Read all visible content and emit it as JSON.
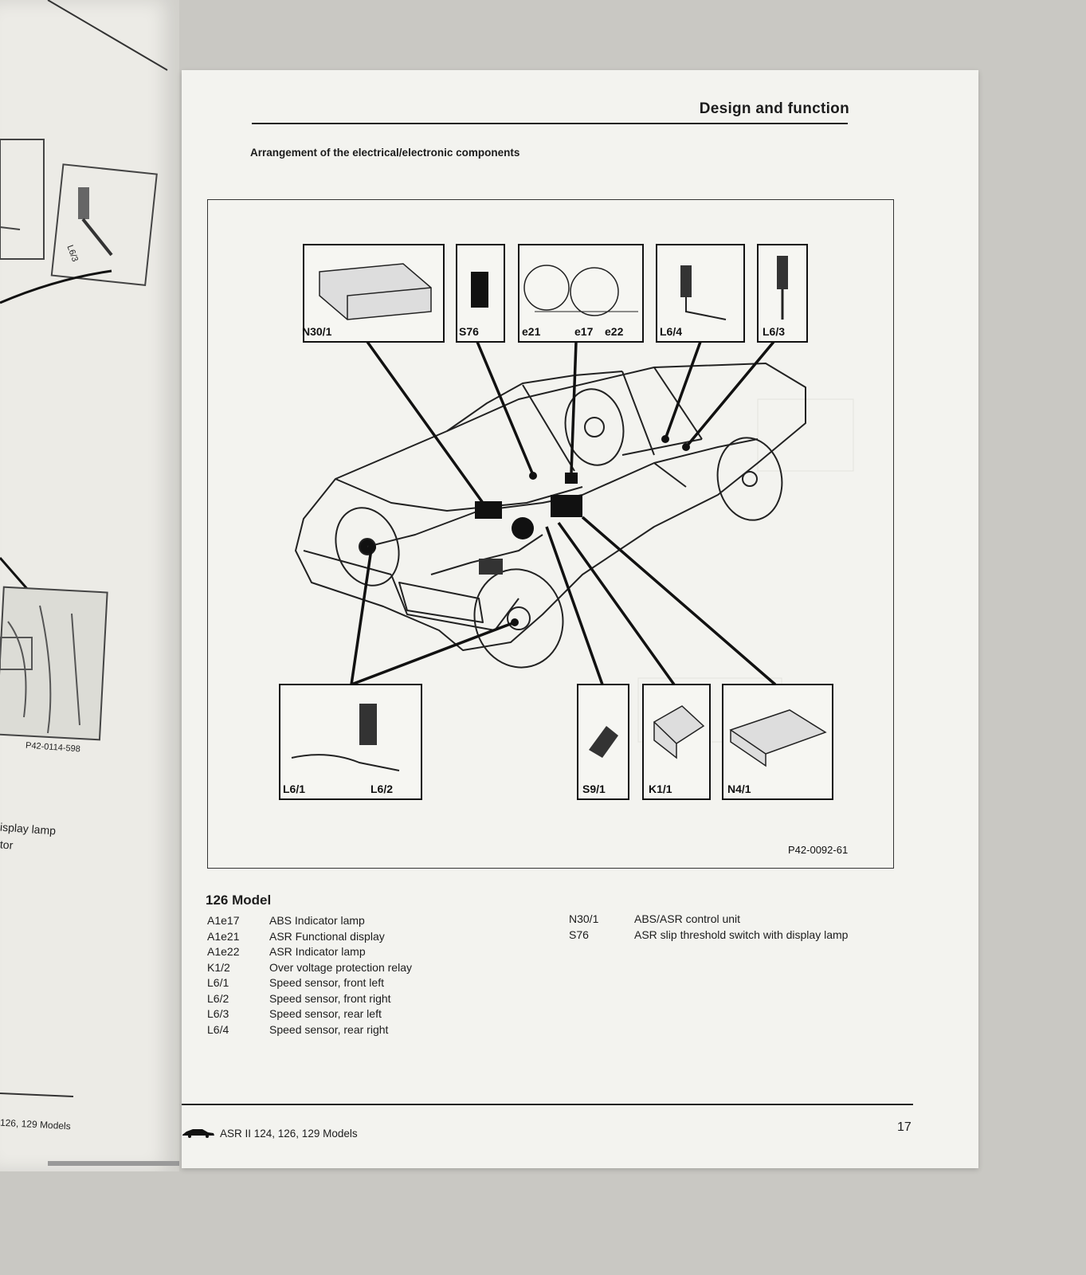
{
  "left_page": {
    "label_sensor": "L6/3",
    "figure_ref": "P42-0114-598",
    "text_line_1": "isplay lamp",
    "text_line_2": "tor",
    "footer_text": "126, 129 Models"
  },
  "header": {
    "section": "Design and function",
    "subtitle": "Arrangement of the electrical/electronic components"
  },
  "figure": {
    "ref": "P42-0092-61",
    "components_top": [
      {
        "label": "N30/1"
      },
      {
        "label": "S76"
      },
      {
        "label": "e21",
        "label2": "e17",
        "label3": "e22"
      },
      {
        "label": "L6/4"
      },
      {
        "label": "L6/3"
      }
    ],
    "components_bottom": [
      {
        "label": "L6/1",
        "label2": "L6/2"
      },
      {
        "label": "S9/1"
      },
      {
        "label": "K1/1"
      },
      {
        "label": "N4/1"
      }
    ]
  },
  "model": {
    "title": "126 Model",
    "legend_left": [
      {
        "code": "A1e17",
        "desc": "ABS Indicator lamp"
      },
      {
        "code": "A1e21",
        "desc": "ASR Functional display"
      },
      {
        "code": "A1e22",
        "desc": "ASR Indicator lamp"
      },
      {
        "code": "K1/2",
        "desc": "Over voltage protection relay"
      },
      {
        "code": "L6/1",
        "desc": "Speed sensor, front left"
      },
      {
        "code": "L6/2",
        "desc": "Speed sensor, front right"
      },
      {
        "code": "L6/3",
        "desc": "Speed sensor, rear left"
      },
      {
        "code": "L6/4",
        "desc": "Speed sensor, rear right"
      }
    ],
    "legend_right": [
      {
        "code": "N30/1",
        "desc": "ABS/ASR control unit"
      },
      {
        "code": "S76",
        "desc": "ASR slip threshold switch with display lamp"
      }
    ]
  },
  "footer": {
    "title": "ASR II 124, 126, 129 Models",
    "page_number": "17"
  }
}
